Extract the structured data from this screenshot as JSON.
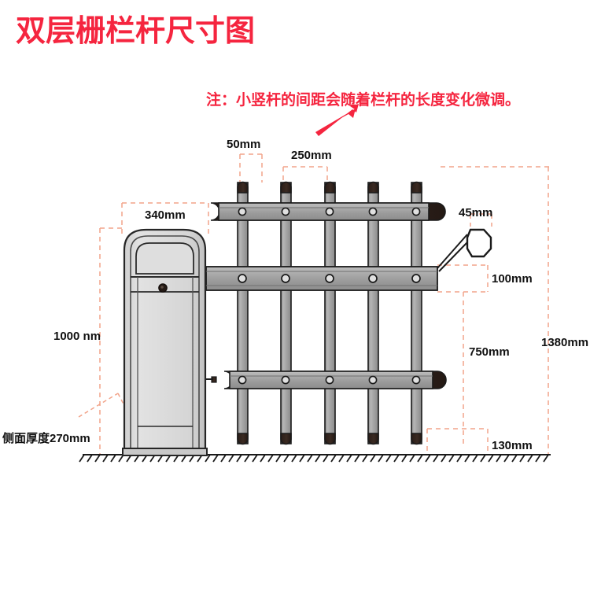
{
  "page": {
    "title": "双层栅栏杆尺寸图",
    "title_color": "#f5253f",
    "background": "#ffffff"
  },
  "note": {
    "text": "注：小竖杆的间距会随着栏杆的长度变化微调。",
    "color": "#f5253f",
    "arrow": "arrow-up-right"
  },
  "dimensions": {
    "bar_spacing_first": "50mm",
    "bar_spacing": "250mm",
    "cabinet_width": "340mm",
    "stopper_width": "45mm",
    "beam_height": "100mm",
    "cabinet_height": "1000 nm",
    "side_thickness": "侧面厚度270mm",
    "lower_rail_gap": "750mm",
    "total_height": "1380mm",
    "ground_clearance": "130mm"
  },
  "colors": {
    "dimension_line": "#f2a48a",
    "metal_light": "#d9d9d9",
    "metal_mid": "#a0a0a0",
    "metal_dark": "#7d7d7d",
    "cap_dark": "#2e211c",
    "outline": "#1a1a1a",
    "cabinet_fill": "#d8d8d8"
  },
  "drawing": {
    "subject": "双层栅栏杆 (double-layer fence barrier gate)",
    "cabinet_label": "barrier-cabinet",
    "vertical_bar_count": 5,
    "rail_count": 3,
    "bolt_holes_per_rail": 5,
    "ground_line": "hatched-ground-line"
  }
}
